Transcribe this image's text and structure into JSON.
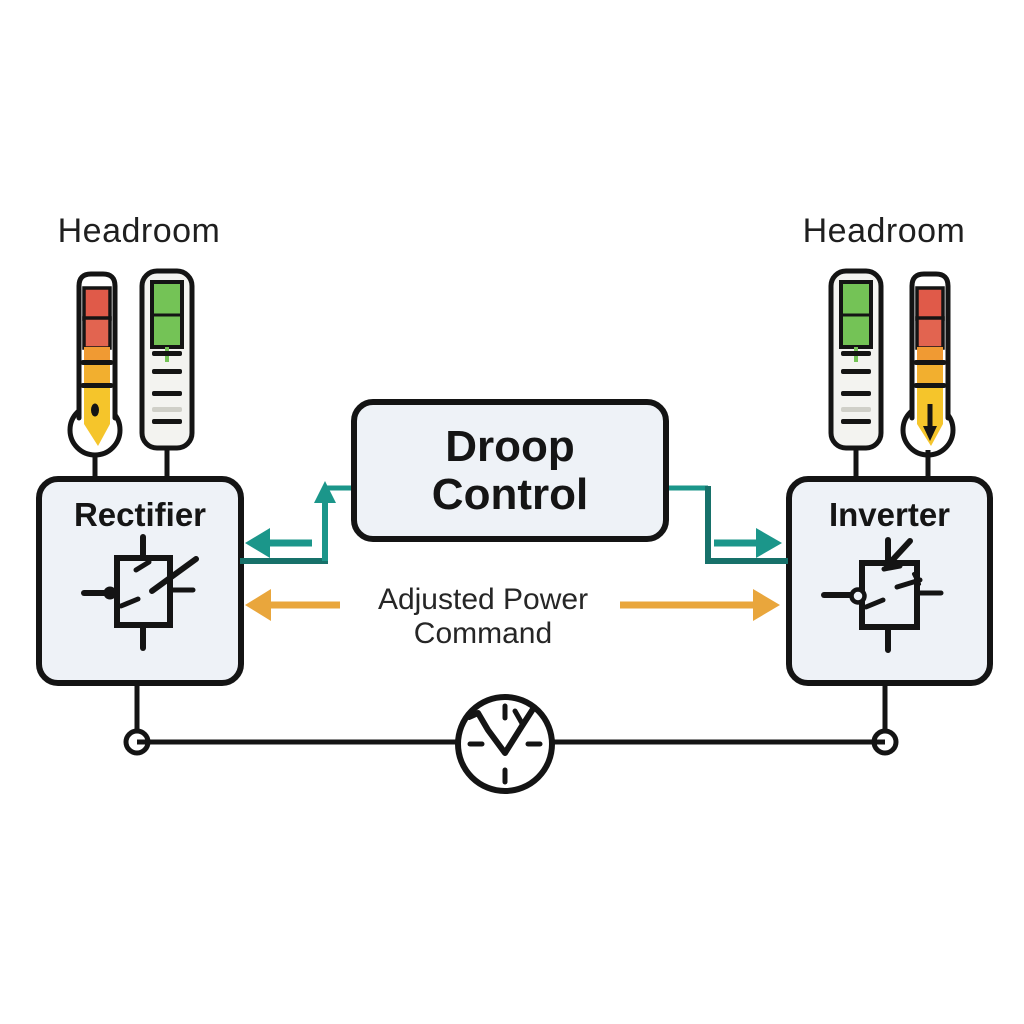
{
  "colors": {
    "teal": "#1b968a",
    "teal-dark": "#17716a",
    "amber": "#e9a63c",
    "ink": "#141414",
    "box-fill": "#eef2f7",
    "gauge-fill": "#f3f3f0",
    "gauge-red": "#e05a49",
    "gauge-red2": "#e26450",
    "gauge-orange": "#f09a33",
    "gauge-orange2": "#f2af2f",
    "gauge-yellow": "#f5c52b",
    "gauge-green": "#74c356",
    "dash-faded": "#cfcfc8",
    "text": "#1f1f1f"
  },
  "labels": {
    "headroom_left": "Headroom",
    "headroom_right": "Headroom",
    "droop_control": "Droop Control",
    "rectifier": "Rectifier",
    "inverter": "Inverter",
    "adjusted_power_line1": "Adjusted Power",
    "adjusted_power_line2": "Command"
  },
  "icons": {
    "thermometer_left": "thermometer-gauge-icon",
    "level_gauge_left": "level-gauge-icon",
    "level_gauge_right": "level-gauge-icon",
    "thermometer_right": "thermometer-gauge-icon",
    "rectifier_symbol": "ac-dc-converter-icon",
    "inverter_symbol": "dc-ac-converter-icon",
    "meter": "sync-meter-icon",
    "bus_node_left": "bus-node-icon",
    "bus_node_right": "bus-node-icon",
    "feedback_arrow_left": "teal-up-arrow-icon",
    "command_arrow_teal_left": "teal-left-arrow-icon",
    "command_arrow_teal_right": "teal-right-arrow-icon",
    "power_arrow_left": "amber-left-arrow-icon",
    "power_arrow_right": "amber-right-arrow-icon"
  }
}
